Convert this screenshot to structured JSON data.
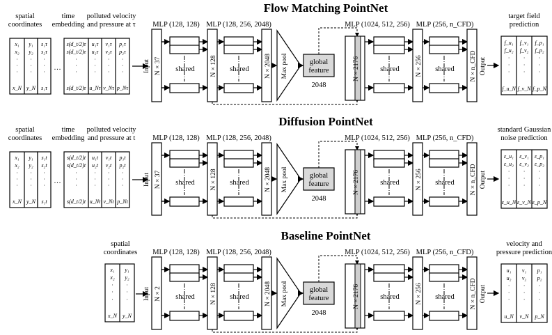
{
  "diagrams": [
    {
      "title": "Flow Matching PointNet",
      "input_headers": [
        "spatial coordinates",
        "time embedding",
        "polluted velocity and pressure at τ"
      ],
      "input_kind": "full",
      "input_cols": [
        [
          "x₁",
          "x₂",
          "·",
          "·",
          "·",
          "x_N"
        ],
        [
          "y₁",
          "y₂",
          "·",
          "·",
          "·",
          "y_N"
        ],
        [
          "s₁τ",
          "s₂τ",
          "·",
          "·",
          "·",
          "s₁τ"
        ],
        [
          "…"
        ],
        [
          "s(d_t/2)τ",
          "s(d_t/2)τ",
          "·",
          "·",
          "·",
          "s(d_t/2)τ"
        ],
        [
          "u₁τ",
          "u₂τ",
          "·",
          "·",
          "·",
          "u_Nτ"
        ],
        [
          "v₁τ",
          "v₂τ",
          "·",
          "·",
          "·",
          "v_Nτ"
        ],
        [
          "p₁τ",
          "p₂τ",
          "·",
          "·",
          "·",
          "p_Nτ"
        ]
      ],
      "input_dim": "N × 37",
      "output_header": "target field prediction",
      "output_cols": [
        [
          "f_u₁",
          "f_u₂",
          "·",
          "·",
          "·",
          "f_u_N"
        ],
        [
          "f_v₁",
          "f_v₂",
          "·",
          "·",
          "·",
          "f_v_N"
        ],
        [
          "f_p₁",
          "f_p₂",
          "·",
          "·",
          "·",
          "f_p_N"
        ]
      ]
    },
    {
      "title": "Diffusion PointNet",
      "input_headers": [
        "spatial coordinates",
        "time embedding",
        "polluted velocity and pressure at t"
      ],
      "input_kind": "full",
      "input_cols": [
        [
          "x₁",
          "x₂",
          "·",
          "·",
          "·",
          "x_N"
        ],
        [
          "y₁",
          "y₂",
          "·",
          "·",
          "·",
          "y_N"
        ],
        [
          "s₁t",
          "s₂t",
          "·",
          "·",
          "·",
          "s₁t"
        ],
        [
          "…"
        ],
        [
          "s(d_t/2)t",
          "s(d_t/2)t",
          "·",
          "·",
          "·",
          "s(d_t/2)t"
        ],
        [
          "u₁t",
          "u₂t",
          "·",
          "·",
          "·",
          "u_Nt"
        ],
        [
          "v₁t",
          "v₂t",
          "·",
          "·",
          "·",
          "v_Nt"
        ],
        [
          "p₁t",
          "p₂t",
          "·",
          "·",
          "·",
          "p_Nt"
        ]
      ],
      "input_dim": "N × 37",
      "output_header": "standard Gaussian noise prediction",
      "output_cols": [
        [
          "ε_u₁",
          "ε_u₂",
          "·",
          "·",
          "·",
          "ε_u_N"
        ],
        [
          "ε_v₁",
          "ε_v₂",
          "·",
          "·",
          "·",
          "ε_v_N"
        ],
        [
          "ε_p₁",
          "ε_p₂",
          "·",
          "·",
          "·",
          "ε_p_N"
        ]
      ]
    },
    {
      "title": "Baseline PointNet",
      "input_headers": [
        "spatial coordinates"
      ],
      "input_kind": "coords",
      "input_cols": [
        [
          "x₁",
          "x₂",
          "·",
          "·",
          "·",
          "x_N"
        ],
        [
          "y₁",
          "y₂",
          "·",
          "·",
          "·",
          "y_N"
        ]
      ],
      "input_dim": "N × 2",
      "output_header": "velocity and pressure prediction",
      "output_cols": [
        [
          "u₁",
          "u₂",
          "·",
          "·",
          "·",
          "u_N"
        ],
        [
          "v₁",
          "v₂",
          "·",
          "·",
          "·",
          "v_N"
        ],
        [
          "p₁",
          "p₂",
          "·",
          "·",
          "·",
          "p_N"
        ]
      ]
    }
  ],
  "shared_labels": {
    "mlp1": "MLP (128, 128)",
    "mlp2": "MLP (128, 256, 2048)",
    "mlp3": "MLP (1024, 512, 256)",
    "mlp4": "MLP (256, n_CFD)",
    "input": "Input",
    "output": "Output",
    "shared": "shared",
    "max_pool": "Max pool",
    "global_feature_line1": "global",
    "global_feature_line2": "feature",
    "global_size": "2048",
    "dim128": "N × 128",
    "dim2048": "N × 2048",
    "dim2176": "N × 2176",
    "dim256": "N × 256",
    "dimcfd": "N × n_CFD"
  }
}
